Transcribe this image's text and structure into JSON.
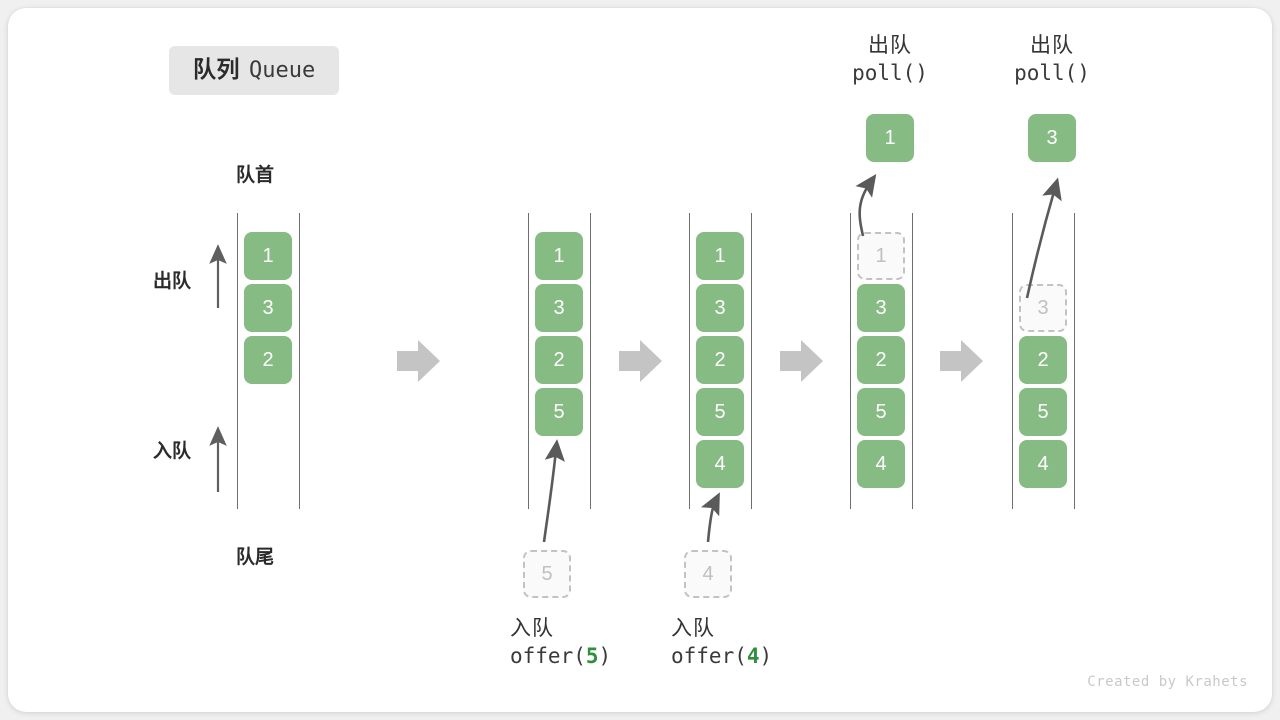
{
  "title": {
    "cn": "队列",
    "en": "Queue"
  },
  "labels": {
    "head": "队首",
    "tail": "队尾",
    "dequeue": "出队",
    "enqueue": "入队"
  },
  "footer": "Created by Krahets",
  "colors": {
    "item_fill": "#86bb84",
    "item_text": "#ffffff",
    "ghost_border": "#c2c2c2",
    "ghost_text": "#c0c0c0",
    "rail": "#6f6f6f",
    "arrow": "#5a5a5a",
    "separator": "#c4c4c4",
    "accent_number": "#2f8f3f",
    "badge_bg": "#e6e6e6"
  },
  "panels": [
    {
      "id": "panel-initial",
      "items": [
        "1",
        "3",
        "2"
      ],
      "ghost": null,
      "popped": null,
      "caption_bottom": null,
      "caption_top": null
    },
    {
      "id": "panel-after-offer-5",
      "items": [
        "1",
        "3",
        "2",
        "5"
      ],
      "ghost": {
        "value": "5",
        "position": "below"
      },
      "popped": null,
      "caption_bottom": {
        "cn": "入队",
        "code_prefix": "offer(",
        "code_num": "5",
        "code_suffix": ")"
      },
      "caption_top": null
    },
    {
      "id": "panel-after-offer-4",
      "items": [
        "1",
        "3",
        "2",
        "5",
        "4"
      ],
      "ghost": {
        "value": "4",
        "position": "below"
      },
      "popped": null,
      "caption_bottom": {
        "cn": "入队",
        "code_prefix": "offer(",
        "code_num": "4",
        "code_suffix": ")"
      },
      "caption_top": null
    },
    {
      "id": "panel-after-poll-1",
      "items": [
        "3",
        "2",
        "5",
        "4"
      ],
      "ghost": {
        "value": "1",
        "position": "slot-0"
      },
      "popped": "1",
      "caption_bottom": null,
      "caption_top": {
        "cn": "出队",
        "code": "poll()"
      }
    },
    {
      "id": "panel-after-poll-3",
      "items": [
        "2",
        "5",
        "4"
      ],
      "ghost": {
        "value": "3",
        "position": "slot-1"
      },
      "popped": "3",
      "caption_bottom": null,
      "caption_top": {
        "cn": "出队",
        "code": "poll()"
      }
    }
  ],
  "separators": [
    "arrow-right-icon",
    "arrow-right-icon",
    "arrow-right-icon",
    "arrow-right-icon"
  ]
}
